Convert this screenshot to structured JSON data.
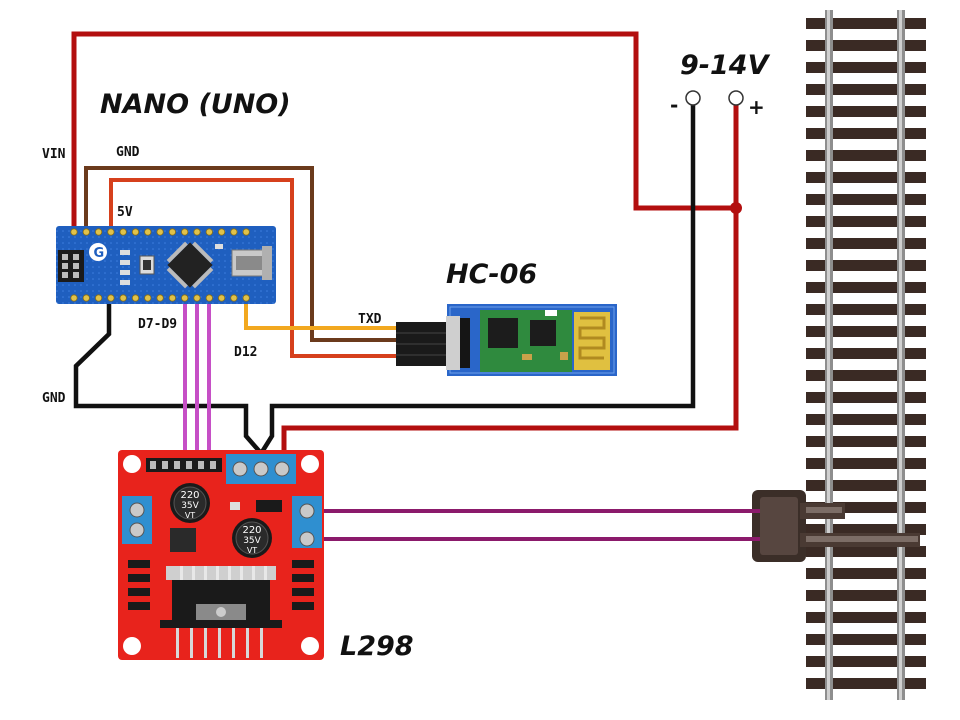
{
  "labels": {
    "nano_title": "NANO (UNO)",
    "hc06_title": "HC-06",
    "l298_title": "L298",
    "voltage": "9-14V",
    "minus": "-",
    "plus": "+",
    "vin": "VIN",
    "gnd_top": "GND",
    "five_v": "5V",
    "txd": "TXD",
    "d7_d9": "D7-D9",
    "d12": "D12",
    "gnd_left": "GND"
  },
  "capacitor": {
    "value": "220",
    "voltage": "35V",
    "series": "VT"
  },
  "colors": {
    "red_wire": "#b30f0f",
    "brown_wire": "#6b3a1c",
    "orange_red_wire": "#d6401c",
    "orange_wire": "#f2a81f",
    "black_wire": "#111111",
    "magenta_wire": "#c64fc6",
    "purple_wire": "#8b1a6b",
    "nano_board": "#1f5fbf",
    "l298_board": "#e8231c",
    "hc06_board": "#2a66c9",
    "terminal_block": "#2f8fd0",
    "rail": "#9a9a9a",
    "tie": "#3a2a24"
  },
  "icons": [
    "usb-port-icon",
    "chip-icon",
    "pin-header-icon",
    "capacitor-icon",
    "heatsink-icon",
    "screw-terminal-icon",
    "antenna-icon",
    "power-terminal-icon",
    "track-feeder-icon"
  ]
}
